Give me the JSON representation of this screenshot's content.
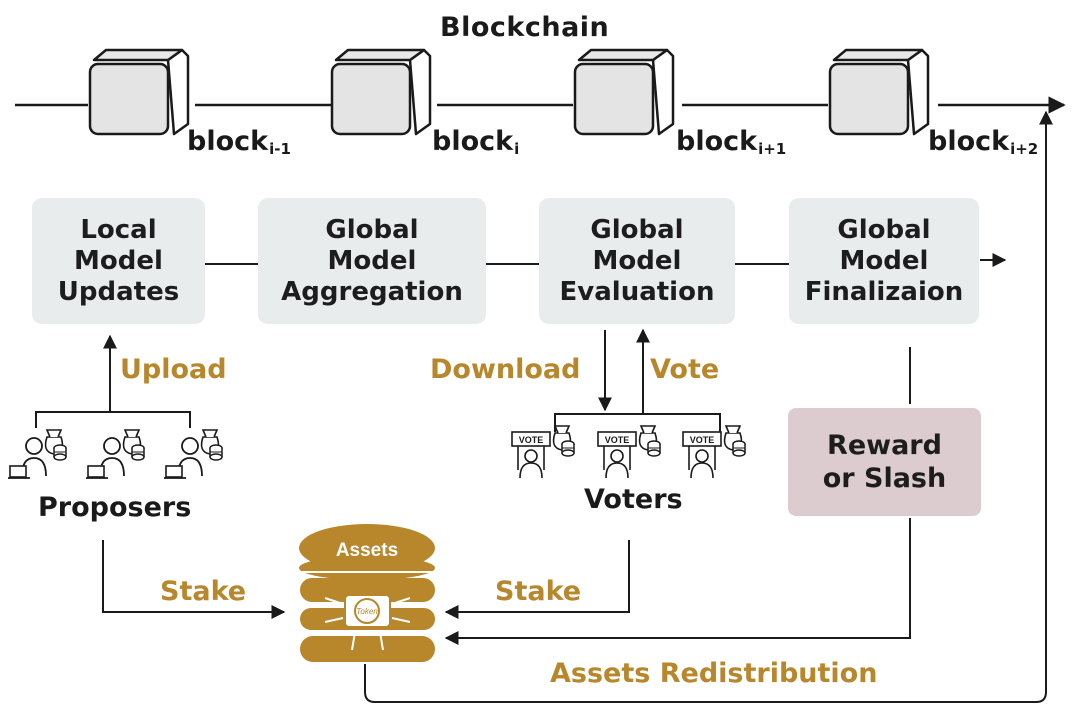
{
  "diagram": {
    "title": "Blockchain",
    "blocks": [
      {
        "base": "block",
        "sub": "i-1"
      },
      {
        "base": "block",
        "sub": "i"
      },
      {
        "base": "block",
        "sub": "i+1"
      },
      {
        "base": "block",
        "sub": "i+2"
      }
    ],
    "stages": [
      {
        "lines": [
          "Local",
          "Model",
          "Updates"
        ]
      },
      {
        "lines": [
          "Global",
          "Model",
          "Aggregation"
        ]
      },
      {
        "lines": [
          "Global",
          "Model",
          "Evaluation"
        ]
      },
      {
        "lines": [
          "Global",
          "Model",
          "Finalizaion"
        ]
      }
    ],
    "labels": {
      "upload": "Upload",
      "download": "Download",
      "vote": "Vote",
      "stake_left": "Stake",
      "stake_right": "Stake",
      "assets_redistribution": "Assets Redistribution",
      "proposers": "Proposers",
      "voters": "Voters",
      "reward_line1": "Reward",
      "reward_line2": "or Slash",
      "assets": "Assets",
      "token": "Token",
      "vote_sign": "VOTE"
    },
    "colors": {
      "gold": "#b8862b",
      "stage_fill": "#e8eced",
      "reward_fill": "#dccccf",
      "line": "#1a1a1a"
    }
  }
}
